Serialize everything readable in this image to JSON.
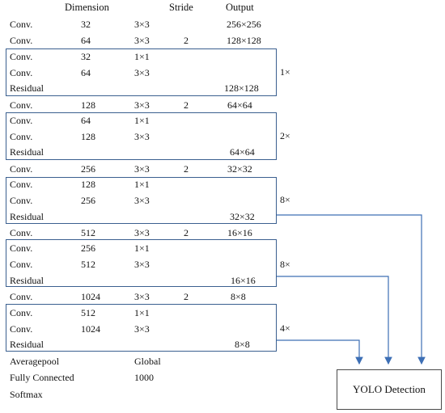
{
  "headers": {
    "dimension": "Dimension",
    "stride": "Stride",
    "output": "Output"
  },
  "rows": [
    {
      "layer": "Conv.",
      "filters": "32",
      "size": "3×3",
      "stride": "",
      "output": "256×256"
    },
    {
      "layer": "Conv.",
      "filters": "64",
      "size": "3×3",
      "stride": "2",
      "output": "128×128"
    },
    {
      "layer": "Conv.",
      "filters": "32",
      "size": "1×1",
      "stride": "",
      "output": ""
    },
    {
      "layer": "Conv.",
      "filters": "64",
      "size": "3×3",
      "stride": "",
      "output": ""
    },
    {
      "layer": "Residual",
      "filters": "",
      "size": "",
      "stride": "",
      "output": "128×128"
    },
    {
      "layer": "Conv.",
      "filters": "128",
      "size": "3×3",
      "stride": "2",
      "output": "64×64"
    },
    {
      "layer": "Conv.",
      "filters": "64",
      "size": "1×1",
      "stride": "",
      "output": ""
    },
    {
      "layer": "Conv.",
      "filters": "128",
      "size": "3×3",
      "stride": "",
      "output": ""
    },
    {
      "layer": "Residual",
      "filters": "",
      "size": "",
      "stride": "",
      "output": "64×64"
    },
    {
      "layer": "Conv.",
      "filters": "256",
      "size": "3×3",
      "stride": "2",
      "output": "32×32"
    },
    {
      "layer": "Conv.",
      "filters": "128",
      "size": "1×1",
      "stride": "",
      "output": ""
    },
    {
      "layer": "Conv.",
      "filters": "256",
      "size": "3×3",
      "stride": "",
      "output": ""
    },
    {
      "layer": "Residual",
      "filters": "",
      "size": "",
      "stride": "",
      "output": "32×32"
    },
    {
      "layer": "Conv.",
      "filters": "512",
      "size": "3×3",
      "stride": "2",
      "output": "16×16"
    },
    {
      "layer": "Conv.",
      "filters": "256",
      "size": "1×1",
      "stride": "",
      "output": ""
    },
    {
      "layer": "Conv.",
      "filters": "512",
      "size": "3×3",
      "stride": "",
      "output": ""
    },
    {
      "layer": "Residual",
      "filters": "",
      "size": "",
      "stride": "",
      "output": "16×16"
    },
    {
      "layer": "Conv.",
      "filters": "1024",
      "size": "3×3",
      "stride": "2",
      "output": "8×8"
    },
    {
      "layer": "Conv.",
      "filters": "512",
      "size": "1×1",
      "stride": "",
      "output": ""
    },
    {
      "layer": "Conv.",
      "filters": "1024",
      "size": "3×3",
      "stride": "",
      "output": ""
    },
    {
      "layer": "Residual",
      "filters": "",
      "size": "",
      "stride": "",
      "output": "8×8"
    },
    {
      "layer": "Averagepool",
      "filters": "",
      "size": "Global",
      "stride": "",
      "output": ""
    },
    {
      "layer": "Fully Connected",
      "filters": "",
      "size": "1000",
      "stride": "",
      "output": ""
    },
    {
      "layer": "Softmax",
      "filters": "",
      "size": "",
      "stride": "",
      "output": ""
    }
  ],
  "blocks": [
    {
      "repeat": "1×"
    },
    {
      "repeat": "2×"
    },
    {
      "repeat": "8×"
    },
    {
      "repeat": "8×"
    },
    {
      "repeat": "4×"
    }
  ],
  "detection": {
    "label": "YOLO Detection"
  },
  "colors": {
    "block_border": "#3a5f8f",
    "arrow": "#3d6fb5",
    "detection_border": "#4a4a4a"
  }
}
